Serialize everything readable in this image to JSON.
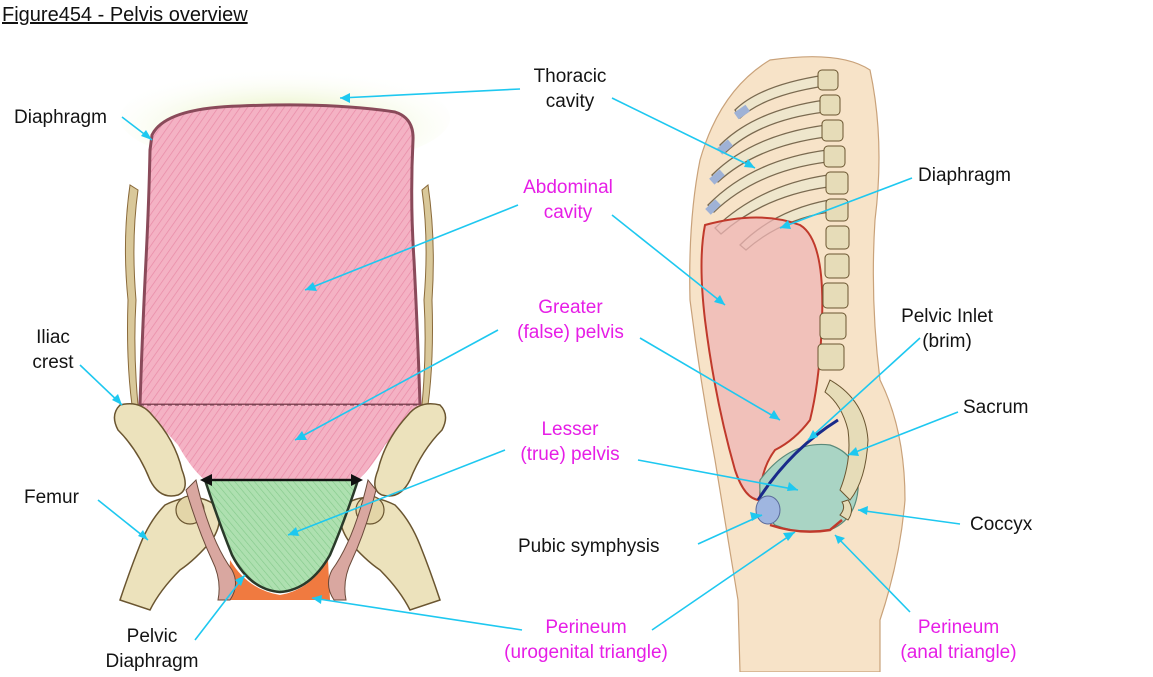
{
  "figure_title": "Figure454 - Pelvis overview",
  "labels": {
    "diaphragm_left": "Diaphragm",
    "thoracic_cavity": [
      "Thoracic",
      "cavity"
    ],
    "abdominal_cavity": [
      "Abdominal",
      "cavity"
    ],
    "greater_pelvis": [
      "Greater",
      "(false) pelvis"
    ],
    "lesser_pelvis": [
      "Lesser",
      "(true) pelvis"
    ],
    "iliac_crest": [
      "Iliac",
      "crest"
    ],
    "femur": "Femur",
    "pelvic_diaphragm": [
      "Pelvic",
      "Diaphragm"
    ],
    "diaphragm_right": "Diaphragm",
    "pelvic_inlet": [
      "Pelvic Inlet",
      "(brim)"
    ],
    "sacrum": "Sacrum",
    "coccyx": "Coccyx",
    "pubic_symphysis": "Pubic symphysis",
    "perineum_urogenital": [
      "Perineum",
      "(urogenital triangle)"
    ],
    "perineum_anal": [
      "Perineum",
      "(anal triangle)"
    ]
  },
  "colors": {
    "leader_line": "#1ec8f0",
    "label_black": "#141414",
    "label_magenta": "#e61ee6",
    "thoracic_fill": "#d8e89a",
    "abdominal_fill": "#f2a9bd",
    "lesser_pelvis_fill": "#a6dca8",
    "perineum_fill": "#f07a40",
    "bone": "#ece2bc",
    "skin": "#f7e3c8"
  }
}
